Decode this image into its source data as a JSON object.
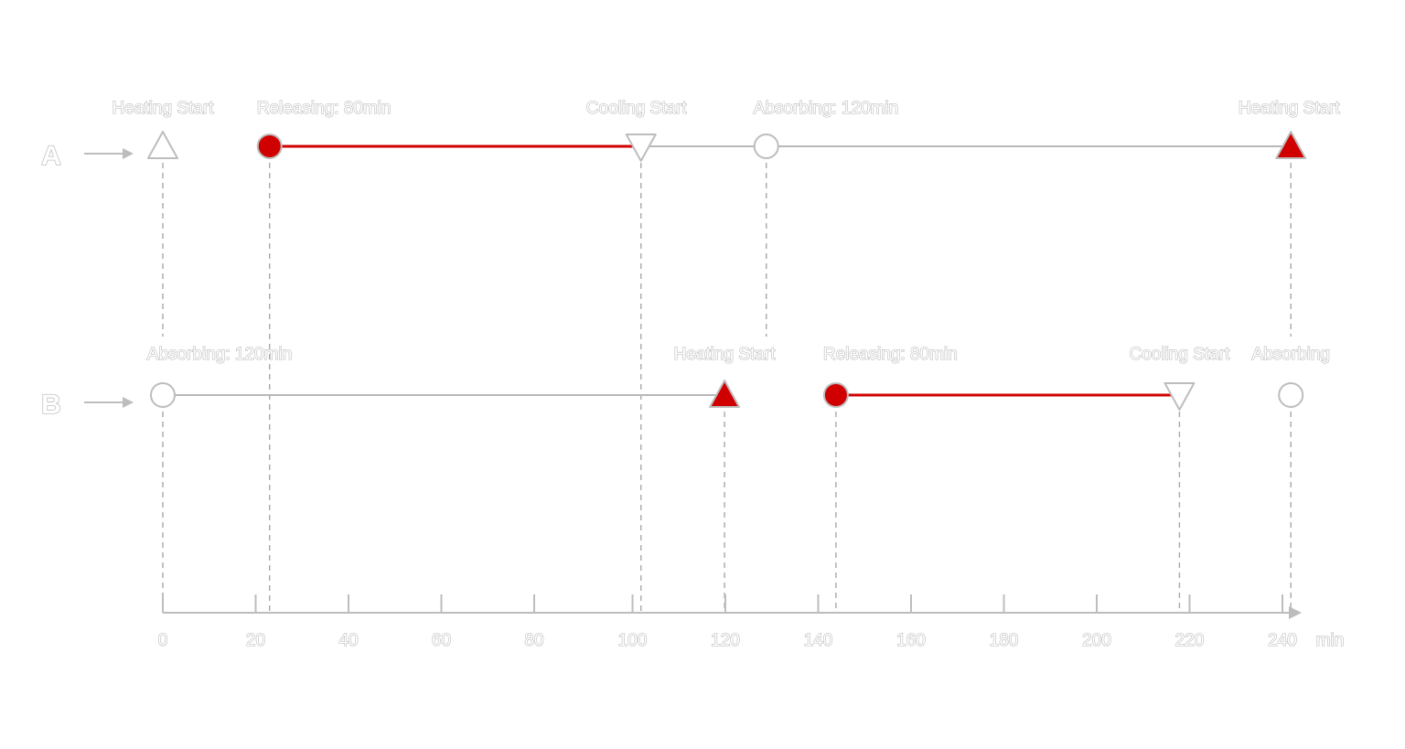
{
  "rows": [
    {
      "name": "A",
      "events": [
        {
          "label": "Heating Start",
          "time": 0,
          "marker": "triangle-up-hollow"
        },
        {
          "label": "Releasing: 80min",
          "time": 23,
          "marker": "circle-filled"
        },
        {
          "label": "Cooling Start",
          "time": 103,
          "marker": "triangle-down-hollow"
        },
        {
          "label": "Absorbing: 120min",
          "time": 130,
          "marker": "circle-hollow"
        },
        {
          "label": "Heating Start",
          "time": 243,
          "marker": "triangle-up-filled"
        }
      ],
      "segments": [
        {
          "from": 23,
          "to": 103,
          "kind": "releasing"
        },
        {
          "from": 103,
          "to": 243,
          "kind": "absorbing"
        }
      ]
    },
    {
      "name": "B",
      "events": [
        {
          "label": "Absorbing: 120min",
          "time": 0,
          "marker": "circle-hollow"
        },
        {
          "label": "Heating Start",
          "time": 121,
          "marker": "triangle-up-filled"
        },
        {
          "label": "Releasing: 80min",
          "time": 145,
          "marker": "circle-filled"
        },
        {
          "label": "Cooling Start",
          "time": 219,
          "marker": "triangle-down-hollow"
        },
        {
          "label": "Absorbing",
          "time": 243,
          "marker": "circle-hollow"
        }
      ],
      "segments": [
        {
          "from": 0,
          "to": 121,
          "kind": "absorbing"
        },
        {
          "from": 145,
          "to": 219,
          "kind": "releasing"
        }
      ]
    }
  ],
  "axis": {
    "ticks": [
      0,
      20,
      40,
      60,
      80,
      100,
      120,
      140,
      160,
      180,
      200,
      220,
      240
    ],
    "unit": "min",
    "range": [
      0,
      245
    ]
  },
  "colors": {
    "releasing": "#d00000",
    "absorbing": "#b8b8b8",
    "outline": "#b4b4b4",
    "text_fill": "#ffffff"
  }
}
